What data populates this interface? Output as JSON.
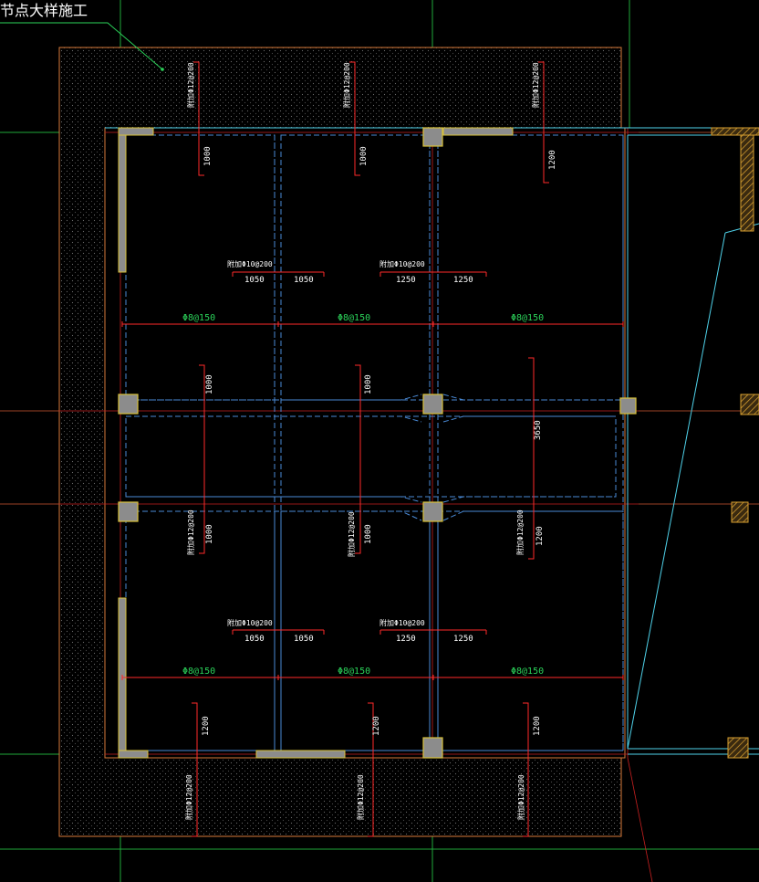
{
  "title": "节点大样施工",
  "colors": {
    "background": "#000000",
    "ground": "#2a2a2a",
    "border_orange": "#d77a3a",
    "cyan": "#4fd2ea",
    "beam_blue": "#4a8ad6",
    "red": "#ff2a2a",
    "green": "#2bd35a",
    "grid_green": "#1fa83a",
    "text_white": "#ffffff",
    "column_fill": "#8c8c8c",
    "column_stroke": "#d8c23a"
  },
  "labels": {
    "rebar_h_top_left": "Φ8@150",
    "rebar_h_top_mid": "Φ8@150",
    "rebar_h_top_right": "Φ8@150",
    "rebar_h_bot_left": "Φ8@150",
    "rebar_h_bot_mid": "Φ8@150",
    "rebar_h_bot_right": "Φ8@150",
    "rebar_top_1": "附加Φ12@200",
    "rebar_top_2": "附加Φ12@200",
    "rebar_top_3": "附加Φ12@200",
    "rebar_bottom_1": "附加Φ12@200",
    "rebar_bottom_2": "附加Φ12@200",
    "rebar_bottom_3": "附加Φ12@200",
    "rebar_mid_1": "附加Φ10@200",
    "rebar_mid_2": "附加Φ10@200",
    "rebar_mid_3": "附加Φ10@200",
    "rebar_mid_4": "附加Φ10@200",
    "rebar_col_1": "附加Φ12@200",
    "rebar_col_2": "附加Φ12@200",
    "rebar_col_3": "附加Φ12@200"
  },
  "dims": {
    "d_1050_a": "1050",
    "d_1050_b": "1050",
    "d_1250_a": "1250",
    "d_1250_b": "1250",
    "d_1050_c": "1050",
    "d_1050_d": "1050",
    "d_1250_c": "1250",
    "d_1250_d": "1250",
    "d_top_1": "1000",
    "d_top_2": "1000",
    "d_top_3": "1200",
    "d_mid_1": "1000",
    "d_mid_2": "1000",
    "d_mid_3": "3650",
    "d_low_1": "1000",
    "d_low_2": "1000",
    "d_low_3": "1200",
    "d_bot_1": "1200",
    "d_bot_2": "1200",
    "d_bot_3": "1200"
  }
}
